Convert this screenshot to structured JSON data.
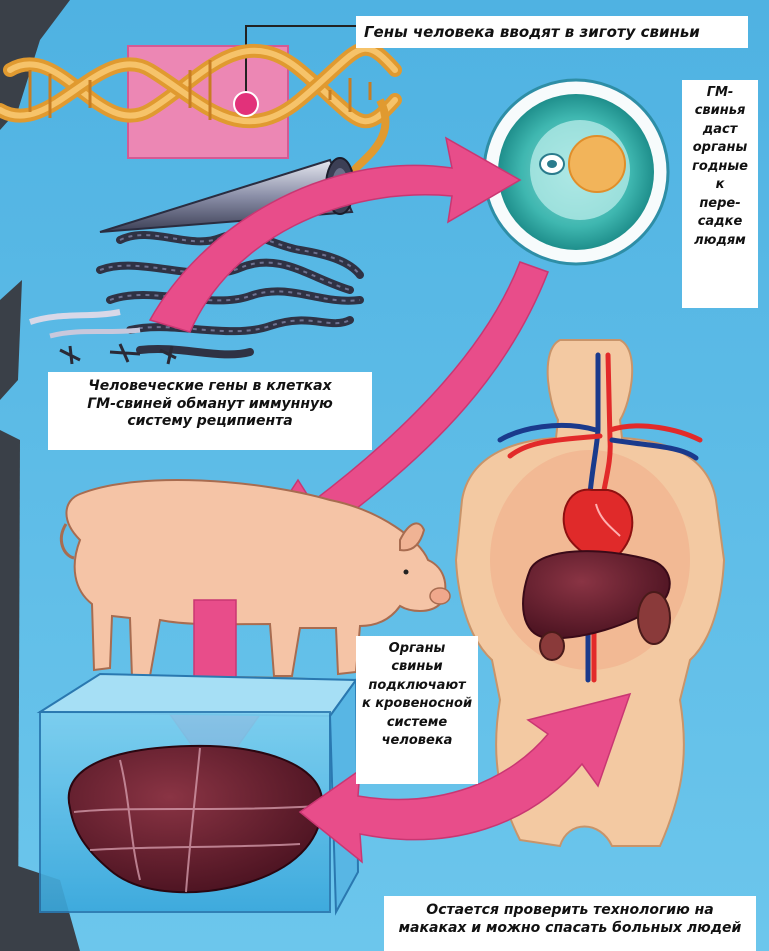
{
  "captions": {
    "top": "Гены человека вводят в зиготу свиньи",
    "right": [
      "ГМ-",
      "свинья",
      "даст",
      "органы",
      "годные",
      "к",
      "пере-",
      "садке",
      "людям"
    ],
    "genes": [
      "Человеческие гены в клетках",
      "ГМ-свиней обманут иммунную",
      "систему реципиента"
    ],
    "middle": [
      "Органы",
      "свиньи",
      "подключают",
      "к кровеносной",
      "системе",
      "человека"
    ],
    "bottom": [
      "Остается проверить технологию на",
      "макаках и можно спасать больных людей"
    ]
  },
  "colors": {
    "sky": "#58b8e4",
    "arrow": "#e84d8a",
    "zygote": "#36b5ad",
    "pig": "#f5c4a6",
    "body": "#f3c9a2",
    "liver": "#6b2030",
    "dna": "#e8a23a"
  }
}
